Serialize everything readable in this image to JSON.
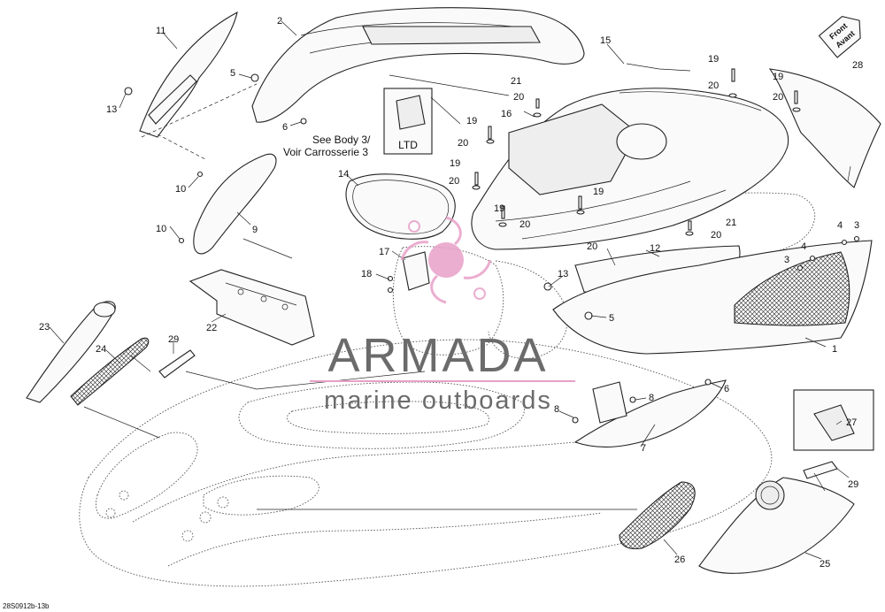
{
  "callouts": [
    {
      "n": "1"
    },
    {
      "n": "2"
    },
    {
      "n": "3"
    },
    {
      "n": "3"
    },
    {
      "n": "4"
    },
    {
      "n": "4"
    },
    {
      "n": "5"
    },
    {
      "n": "5"
    },
    {
      "n": "6"
    },
    {
      "n": "6"
    },
    {
      "n": "7"
    },
    {
      "n": "8"
    },
    {
      "n": "8"
    },
    {
      "n": "9"
    },
    {
      "n": "10"
    },
    {
      "n": "10"
    },
    {
      "n": "11"
    },
    {
      "n": "12"
    },
    {
      "n": "13"
    },
    {
      "n": "13"
    },
    {
      "n": "14"
    },
    {
      "n": "15"
    },
    {
      "n": "16"
    },
    {
      "n": "17"
    },
    {
      "n": "18"
    },
    {
      "n": "19"
    },
    {
      "n": "19"
    },
    {
      "n": "19"
    },
    {
      "n": "19"
    },
    {
      "n": "19"
    },
    {
      "n": "19"
    },
    {
      "n": "20"
    },
    {
      "n": "20"
    },
    {
      "n": "20"
    },
    {
      "n": "20"
    },
    {
      "n": "20"
    },
    {
      "n": "20"
    },
    {
      "n": "20"
    },
    {
      "n": "20"
    },
    {
      "n": "21"
    },
    {
      "n": "21"
    },
    {
      "n": "22"
    },
    {
      "n": "23"
    },
    {
      "n": "24"
    },
    {
      "n": "25"
    },
    {
      "n": "26"
    },
    {
      "n": "27"
    },
    {
      "n": "28"
    },
    {
      "n": "29"
    },
    {
      "n": "29"
    }
  ],
  "notes": {
    "see_body_line1": "See Body 3/",
    "see_body_line2": "Voir Carrosserie 3",
    "ltd": "LTD",
    "front_line1": "Front",
    "front_line2": "Avant",
    "reference": "28S0912b-13b"
  },
  "watermark": {
    "brand": "ARMADA",
    "tagline": "marine outboards",
    "accent": "#e8a0c8",
    "ink": "#6b6b6b"
  }
}
